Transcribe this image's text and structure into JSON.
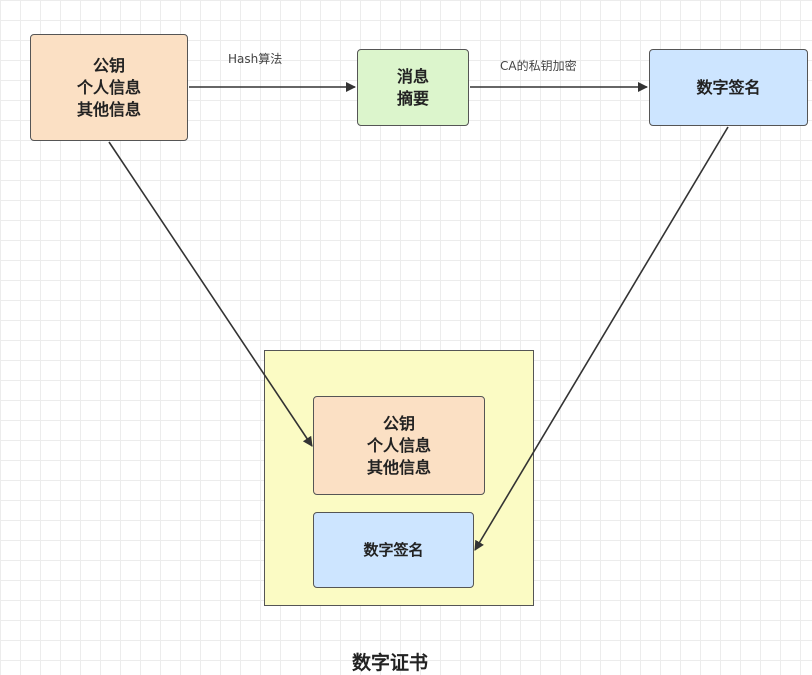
{
  "nodes": {
    "source_info": "公钥\n个人信息\n其他信息",
    "digest": "消息\n摘要",
    "signature": "数字签名",
    "cert_info": "公钥\n个人信息\n其他信息",
    "cert_signature": "数字签名"
  },
  "edges": {
    "hash_label": "Hash算法",
    "encrypt_label": "CA的私钥加密"
  },
  "certificate": {
    "title": "数字证书"
  },
  "colors": {
    "orange_fill": "#fbe0c4",
    "green_fill": "#dcf5cc",
    "blue_fill": "#cde5ff",
    "certificate_fill": "#fbfbc4",
    "stroke": "#555555"
  }
}
